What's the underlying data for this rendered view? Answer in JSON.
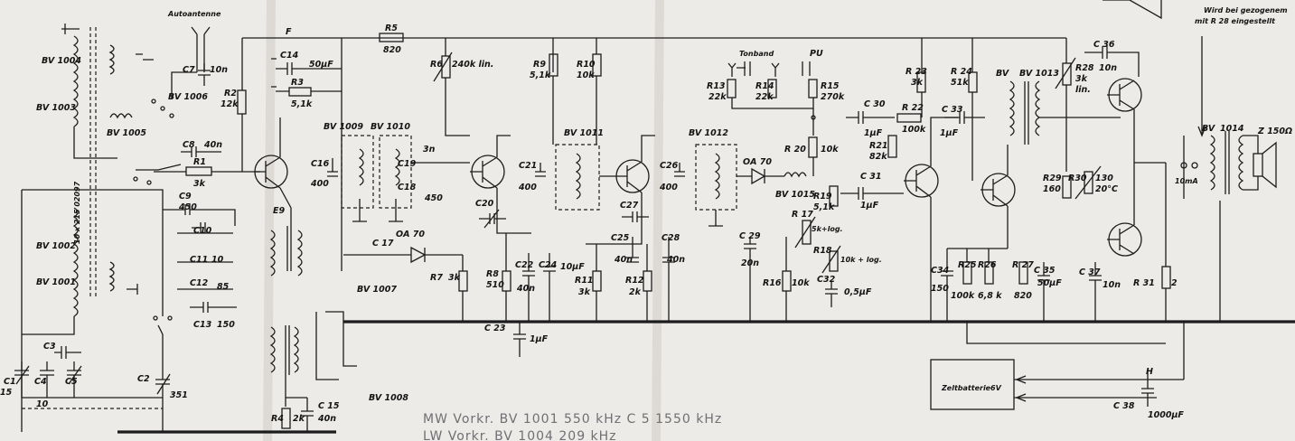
{
  "labels": {
    "bv1004": "BV 1004",
    "bv1003": "BV 1003",
    "bv1002": "BV 1002",
    "bv1001": "BV 1001",
    "bv1005": "BV 1005",
    "bv1006": "BV 1006",
    "bv1007": "BV 1007",
    "bv1008": "BV 1008",
    "bv1009": "BV 1009",
    "bv1010": "BV 1010",
    "bv1011": "BV 1011",
    "bv1012": "BV 1012",
    "bv1015": "BV 1015",
    "bv1013": "BV 1013",
    "bv": "BV",
    "bv_out": "BV",
    "bv1014": "1014",
    "autoantenne": "Autoantenne",
    "tonband": "Tonband",
    "pu": "PU",
    "wird1": "Wird bei gezogenem",
    "wird2": "mit R 28 eingestellt",
    "speaker": "Z 150Ω",
    "meter": "10mA",
    "battery": "Zeltbatterie",
    "battery_v": "6V",
    "r1": "R1",
    "r1v": "3k",
    "r2": "R2",
    "r2v": "12k",
    "r3": "R3",
    "r3v": "5,1k",
    "r4": "R4",
    "r4v": "2k",
    "r5": "R5",
    "r5v": "820",
    "r6": "R6",
    "r6v": "240k lin.",
    "r7": "R7",
    "r7v": "3k",
    "r8": "R8",
    "r8v": "510",
    "r9": "R9",
    "r9v": "5,1k",
    "r10": "R10",
    "r10v": "10k",
    "r11": "R11",
    "r11v": "3k",
    "r12": "R12",
    "r12v": "2k",
    "r13": "R13",
    "r13v": "22k",
    "r14": "R14",
    "r14v": "22k",
    "r15": "R15",
    "r15v": "270k",
    "r16": "R16",
    "r16v": "10k",
    "r17": "R 17",
    "r17v": "5k+log.",
    "r18": "R18",
    "r18v": "10k + log.",
    "r19": "R19",
    "r19v": "5,1k",
    "r20": "R 20",
    "r20v": "10k",
    "r21": "R21",
    "r21v": "82k",
    "r22": "R 22",
    "r22v": "100k",
    "r23": "R 23",
    "r23v": "3k",
    "r24": "R 24",
    "r24v": "51k",
    "r25": "R25",
    "r25v": "100k",
    "r26": "R26",
    "r26v": "6,8 k",
    "r27": "R 27",
    "r27v": "820",
    "r28": "R28",
    "r28v": "3k",
    "r28v2": "lin.",
    "r29": "R29",
    "r29v": "160",
    "r30": "R30",
    "r30v": "130",
    "r30v2": "20°C",
    "r31": "R 31",
    "r31v": "2",
    "c1": "C1",
    "c1v": "15",
    "c2": "C2",
    "c2v": "351",
    "c3": "C3",
    "c4": "C4",
    "c4v": "10",
    "c5": "C5",
    "c7": "C7",
    "c7v": "10n",
    "c8": "C8",
    "c8v": "40n",
    "c9": "C9",
    "c9v": "450",
    "c10": "C10",
    "c11": "C11",
    "c11v": "10",
    "c12": "C12",
    "c12v": "85",
    "c13": "C13",
    "c13v": "150",
    "c14": "C14",
    "c14v": "50µF",
    "c15": "C 15",
    "c15v": "40n",
    "c16": "C16",
    "c16v": "400",
    "c17": "C 17",
    "c18": "C18",
    "c18v": "450",
    "c19": "C19",
    "c19v": "3n",
    "c20": "C20",
    "c21": "C21",
    "c21v": "400",
    "c22": "C22",
    "c22v": "40n",
    "c23": "C 23",
    "c23v": "1µF",
    "c24": "C24",
    "c24v": "10µF",
    "c25": "C25",
    "c25v": "40n",
    "c26": "C26",
    "c26v": "400",
    "c27": "C27",
    "c28": "C28",
    "c28v": "40n",
    "c29": "C 29",
    "c29v": "20n",
    "c30": "C 30",
    "c30v": "1µF",
    "c31": "C 31",
    "c31v": "1µF",
    "c32": "C32",
    "c32v": "0,5µF",
    "c33": "C 33",
    "c33v": "1µF",
    "c34": "C34",
    "c34v": "150",
    "c35": "C 35",
    "c35v": "50µF",
    "c36": "C 36",
    "c36v": "10n",
    "c37": "C 37",
    "c37v": "10n",
    "c38": "C 38",
    "c38v": "1000µF",
    "oa70a": "OA 70",
    "oa70b": "OA 70",
    "e9": "E9",
    "f": "F",
    "h": "H",
    "ref_side": "10 x 215 02097"
  },
  "stamp": {
    "line1": "MW  Vorkr.  BV 1001   550 kHz   C 5   1550 kHz",
    "line2": "LW  Vorkr.  BV 1004   209 kHz"
  }
}
